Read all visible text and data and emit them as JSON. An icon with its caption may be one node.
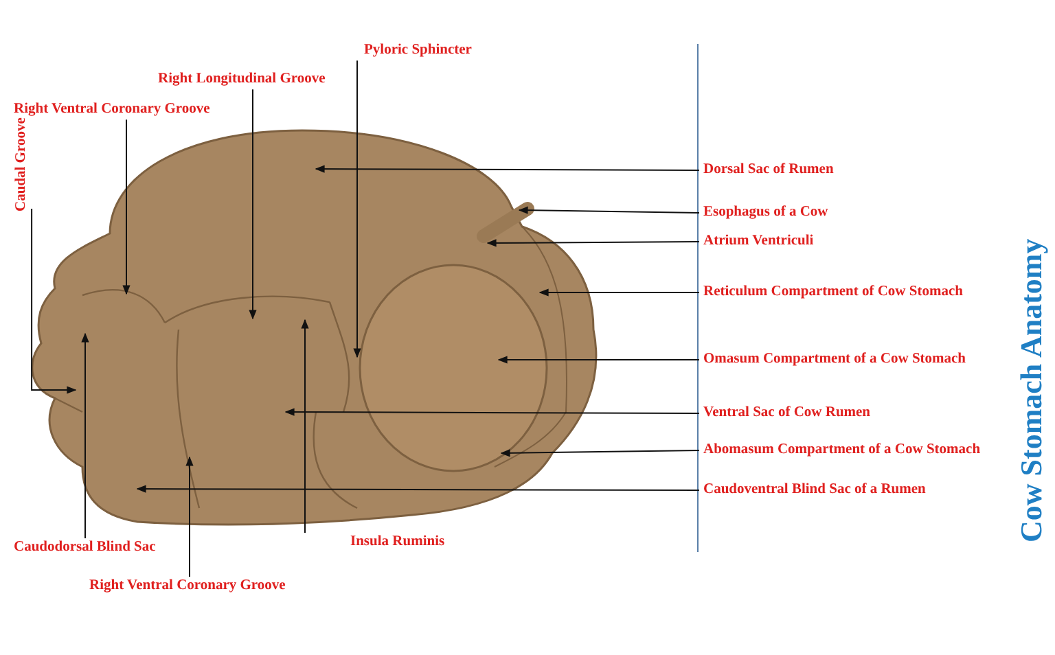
{
  "diagram": {
    "title": "Cow Stomach Anatomy",
    "nodes": [
      {
        "text": [
          "Right Ventral Coronary Groove"
        ]
      },
      {
        "text": [
          "Right Longitudinal Groove"
        ]
      },
      {
        "text": [
          "Pyloric Sphincter"
        ]
      },
      {
        "text": [
          "Dorsal Sac of Rumen"
        ]
      },
      {
        "text": [
          "Esophagus of a Cow"
        ]
      },
      {
        "text": [
          "Atrium Ventriculi"
        ]
      },
      {
        "text": [
          "Reticulum Compartment of Cow Stomach"
        ]
      },
      {
        "text": [
          "Omasum Compartment of a Cow Stomach"
        ]
      },
      {
        "text": [
          "Ventral Sac of Cow Rumen"
        ]
      },
      {
        "text": [
          "Abomasum Compartment of a Cow Stomach"
        ]
      },
      {
        "text": [
          "Caudoventral Blind Sac of a Rumen"
        ]
      },
      {
        "text": [
          "Caudal Groove"
        ]
      },
      {
        "text": [
          "Caudodorsal Blind Sac"
        ]
      },
      {
        "text": [
          "Right Ventral Coronary Groove"
        ]
      },
      {
        "text": [
          "Insula Ruminis"
        ]
      }
    ],
    "edges": [
      {
        "from": 0,
        "to": null,
        "arrow": "to"
      },
      {
        "from": 1,
        "to": null,
        "arrow": "to"
      },
      {
        "from": 2,
        "to": null,
        "arrow": "to"
      },
      {
        "from": 3,
        "to": null,
        "arrow": "to"
      },
      {
        "from": 4,
        "to": null,
        "arrow": "to"
      },
      {
        "from": 5,
        "to": null,
        "arrow": "to"
      },
      {
        "from": 6,
        "to": null,
        "arrow": "to"
      },
      {
        "from": 7,
        "to": null,
        "arrow": "to"
      },
      {
        "from": 8,
        "to": null,
        "arrow": "to"
      },
      {
        "from": 9,
        "to": null,
        "arrow": "to"
      },
      {
        "from": 10,
        "to": null,
        "arrow": "to"
      },
      {
        "from": 11,
        "to": null,
        "arrow": "to"
      },
      {
        "from": 12,
        "to": null,
        "arrow": "to"
      },
      {
        "from": 13,
        "to": null,
        "arrow": "to"
      },
      {
        "from": 14,
        "to": null,
        "arrow": "to"
      }
    ]
  }
}
